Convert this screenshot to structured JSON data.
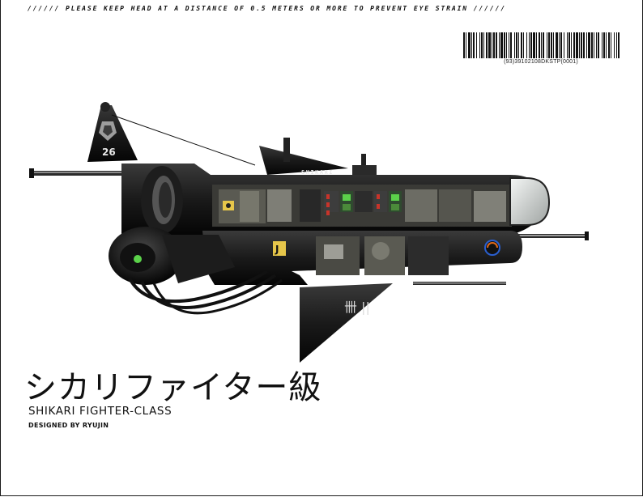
{
  "header": {
    "warning_text": "////// PLEASE KEEP HEAD AT A DISTANCE OF 0.5 METERS OR MORE TO PREVENT EYE STRAIN //////"
  },
  "barcode": {
    "caption": "(93)39102108DKSTP(0001)"
  },
  "ship": {
    "tail_number": "26",
    "hull_name": "SHIKARI",
    "fin_marking": "卌 ||"
  },
  "titles": {
    "japanese": "シカリファイター級",
    "english": "SHIKARI FIGHTER-CLASS",
    "designer": "DESIGNED BY RYUJIN"
  },
  "colors": {
    "hull": "#1b1b1b",
    "hull_dark": "#0b0b0b",
    "interior": "#3a3a36",
    "accent_green": "#5bd24a",
    "accent_red": "#c8342a",
    "accent_yellow": "#e6c64a",
    "canopy": "#d9dcdb"
  }
}
